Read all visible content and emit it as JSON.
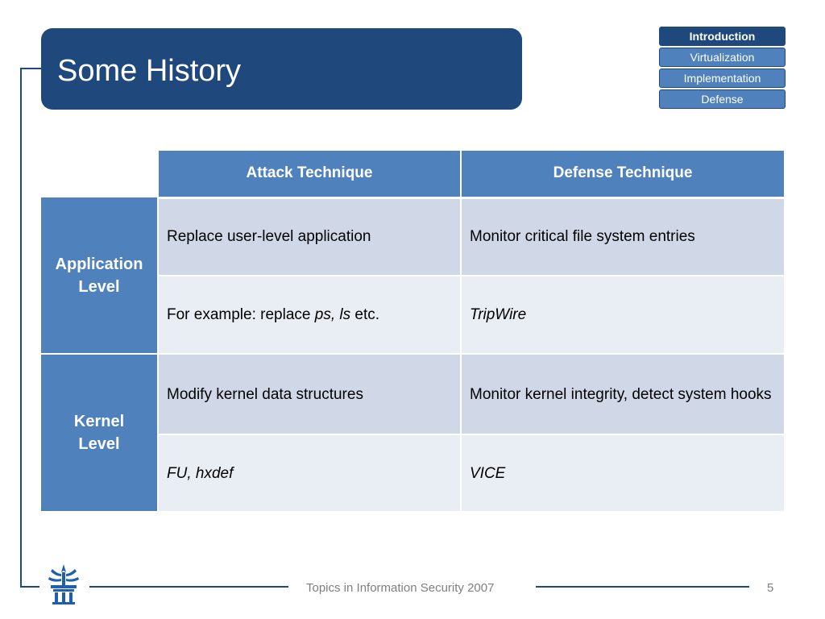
{
  "slide": {
    "title": "Some History"
  },
  "nav": {
    "items": [
      {
        "label": "Introduction",
        "active": true
      },
      {
        "label": "Virtualization",
        "active": false
      },
      {
        "label": "Implementation",
        "active": false
      },
      {
        "label": "Defense",
        "active": false
      }
    ]
  },
  "table": {
    "headers": [
      "Attack Technique",
      "Defense Technique"
    ],
    "groups": [
      {
        "label_line1": "Application",
        "label_line2": "Level",
        "rows": [
          {
            "attack": "Replace user-level application",
            "defense": "Monitor critical file system entries"
          },
          {
            "attack_prefix": "For example: replace ",
            "attack_italic": "ps, ls",
            "attack_suffix": " etc.",
            "defense_italic": "TripWire"
          }
        ]
      },
      {
        "label_line1": "Kernel",
        "label_line2": "Level",
        "rows": [
          {
            "attack": "Modify kernel data structures",
            "defense": "Monitor kernel integrity, detect system hooks"
          },
          {
            "attack_italic": "FU, hxdef",
            "defense_italic": "VICE"
          }
        ]
      }
    ]
  },
  "footer": {
    "text": "Topics in Information Security 2007",
    "page_number": "5"
  },
  "colors": {
    "title_bg": "#1f497d",
    "header_bg": "#4f81bd",
    "row_dark": "#d0d8e8",
    "row_light": "#e9edf4"
  }
}
